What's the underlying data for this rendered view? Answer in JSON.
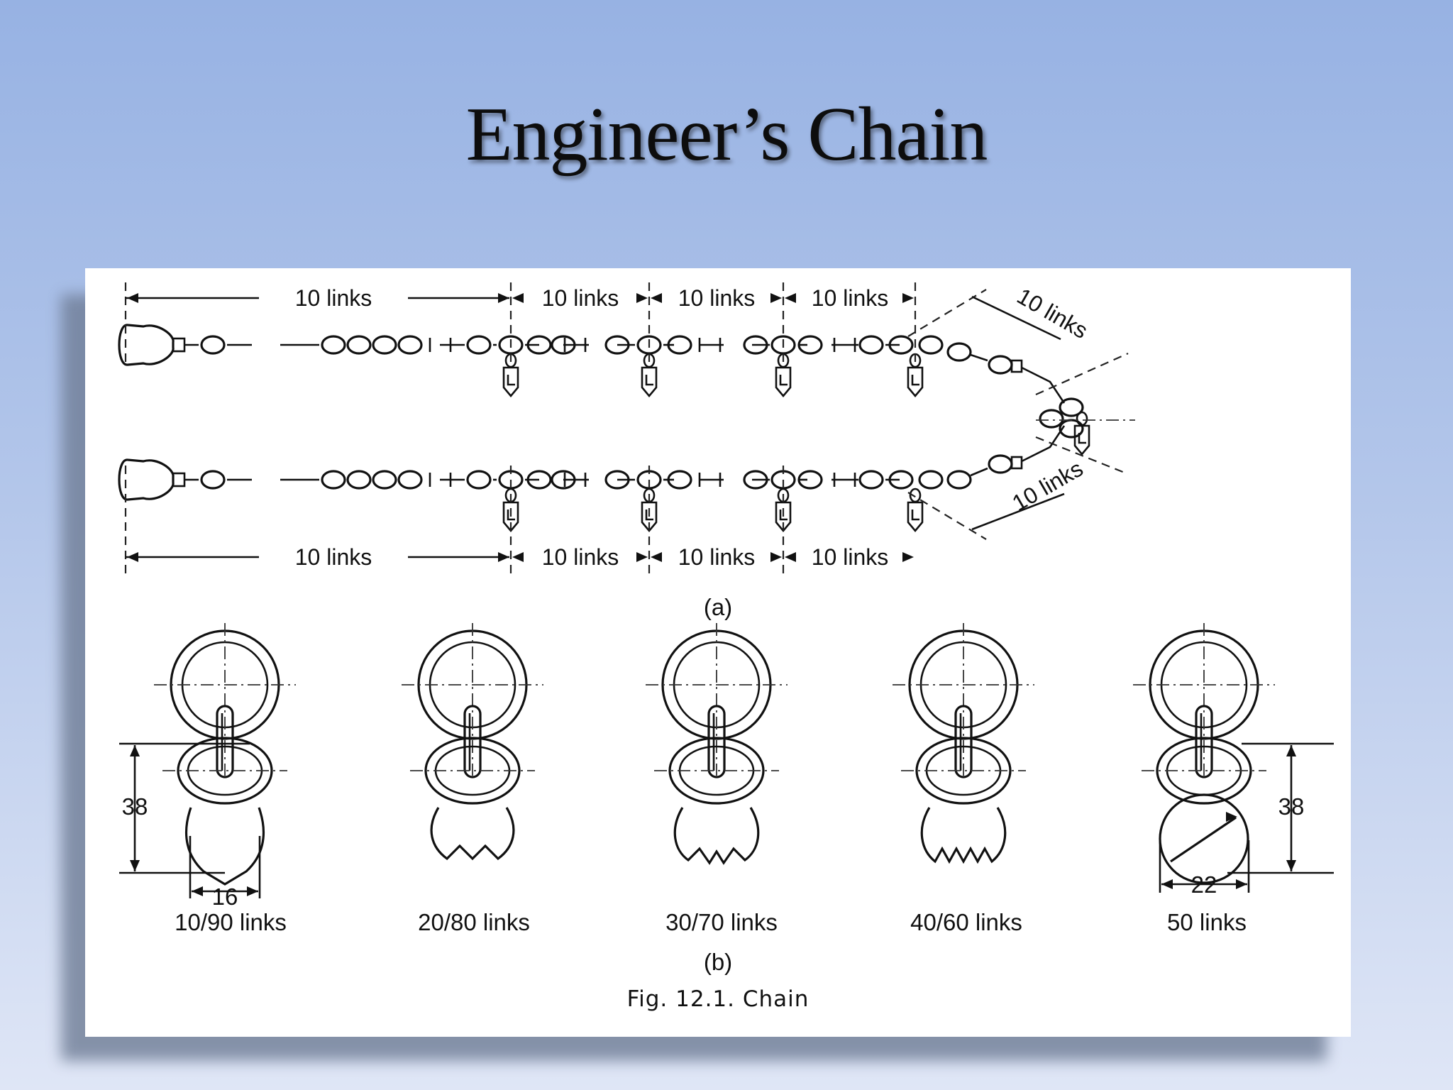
{
  "slide": {
    "title": "Engineer’s Chain"
  },
  "figure_a": {
    "top_dims": [
      "10  links",
      "10  links",
      "10  links",
      "10  links"
    ],
    "bottom_dims": [
      "10  links",
      "10  links",
      "10  links",
      "10  links"
    ],
    "diag_top": "10  links",
    "diag_bottom": "10  links",
    "label": "(a)"
  },
  "figure_b": {
    "tallies": [
      {
        "name": "10/90 links"
      },
      {
        "name": "20/80 links"
      },
      {
        "name": "30/70 links"
      },
      {
        "name": "40/60 links"
      },
      {
        "name": "50 links"
      }
    ],
    "dim_height_left": "38",
    "dim_width_left": "16",
    "dim_height_right": "38",
    "dim_width_right": "22",
    "label": "(b)"
  },
  "caption": "Fig.  12.1.  Chain"
}
